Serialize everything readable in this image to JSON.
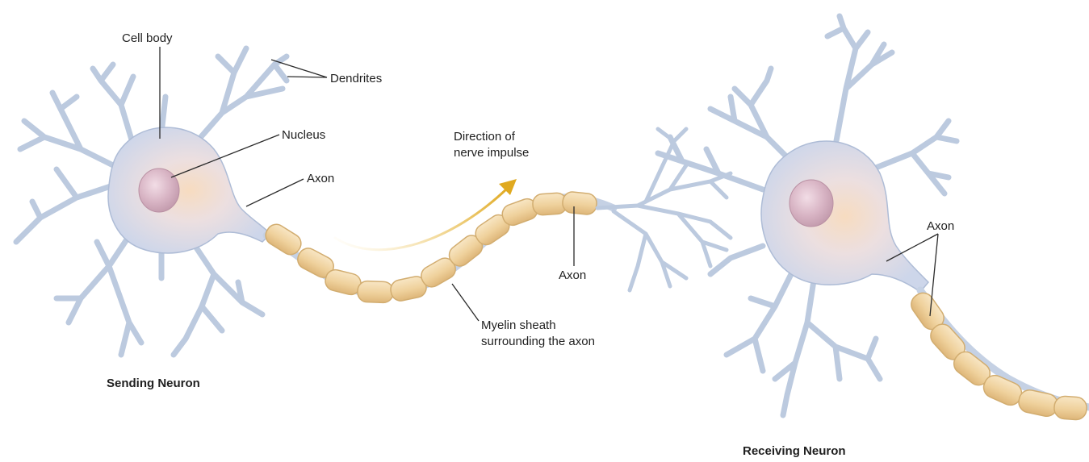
{
  "labels": {
    "cell_body": "Cell body",
    "dendrites": "Dendrites",
    "nucleus": "Nucleus",
    "axon_sending": "Axon",
    "direction_line1": "Direction of",
    "direction_line2": "nerve impulse",
    "axon_middle": "Axon",
    "myelin_line1": "Myelin sheath",
    "myelin_line2": "surrounding the axon",
    "axon_receiving": "Axon",
    "sending_neuron": "Sending Neuron",
    "receiving_neuron": "Receiving Neuron"
  },
  "colors": {
    "dendrite": "#bccadf",
    "dendrite_edge": "#9eb1cc",
    "cell_body": "#d4dbec",
    "cell_glow": "#f3dcc4",
    "nucleus": "#d7b3c3",
    "myelin": "#f1d7a8",
    "myelin_edge": "#d8b579",
    "arrow": "#e3b12b",
    "leader": "#2b2b2b"
  }
}
